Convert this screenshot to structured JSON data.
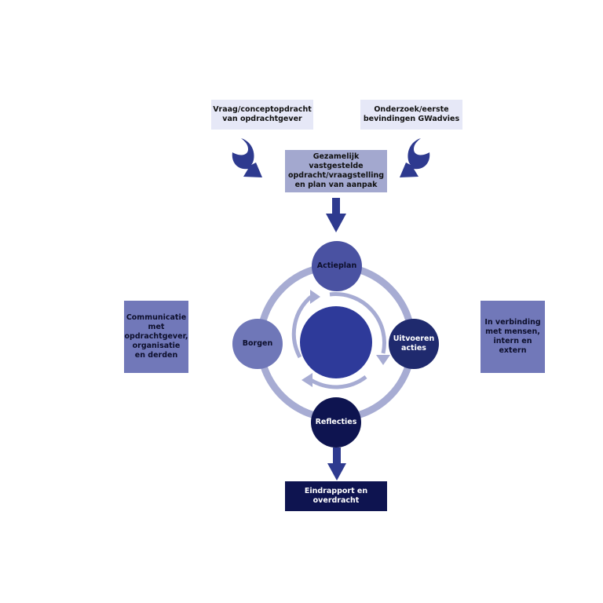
{
  "top": {
    "left_input": "Vraag/conceptopdracht\nvan opdrachtgever",
    "right_input": "Onderzoek/eerste\nbevindingen GWadvies",
    "combined": "Gezamelijk vastgestelde\nopdracht/vraagstelling\nen plan van aanpak"
  },
  "cycle": {
    "top": "Actieplan",
    "right": "Uitvoeren\nacties",
    "bottom": "Reflecties",
    "left": "Borgen"
  },
  "sides": {
    "left": "Communicatie\nmet\nopdrachtgever,\norganisatie\nen derden",
    "right": "In verbinding\nmet mensen,\nintern en\nextern"
  },
  "output": "Eindrapport en\noverdracht",
  "colors": {
    "light": "#e6e8f7",
    "mid": "#a3a8cf",
    "side": "#7178b9",
    "dark": "#0e1450",
    "actieplan": "#4a52a2",
    "uitvoeren": "#1f2a6e",
    "reflecties": "#0e1450",
    "borgen": "#6f77b8",
    "center": "#2e3a9a",
    "arrow": "#2e3a8f",
    "ring": "#a7acd3"
  }
}
